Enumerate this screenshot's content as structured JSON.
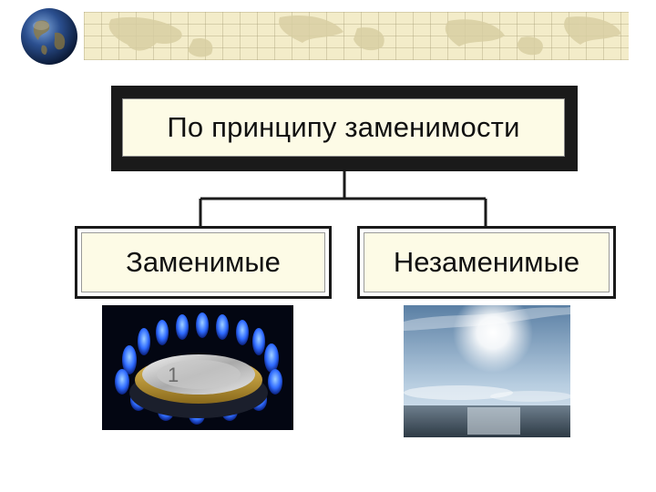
{
  "header": {
    "globe_icon": "globe-icon",
    "banner_style": "parchment map with grid lines"
  },
  "diagram": {
    "root_label": "По принципу заменимости",
    "children": [
      {
        "label": "Заменимые",
        "image": "gas-burner-with-euro-coin"
      },
      {
        "label": "Незаменимые",
        "image": "sun-over-sea"
      }
    ]
  },
  "colors": {
    "box_fill": "#fdfbe6",
    "border": "#1a1a1a",
    "banner": "#f3ecc9",
    "flame_blue": "#2f6bff"
  }
}
